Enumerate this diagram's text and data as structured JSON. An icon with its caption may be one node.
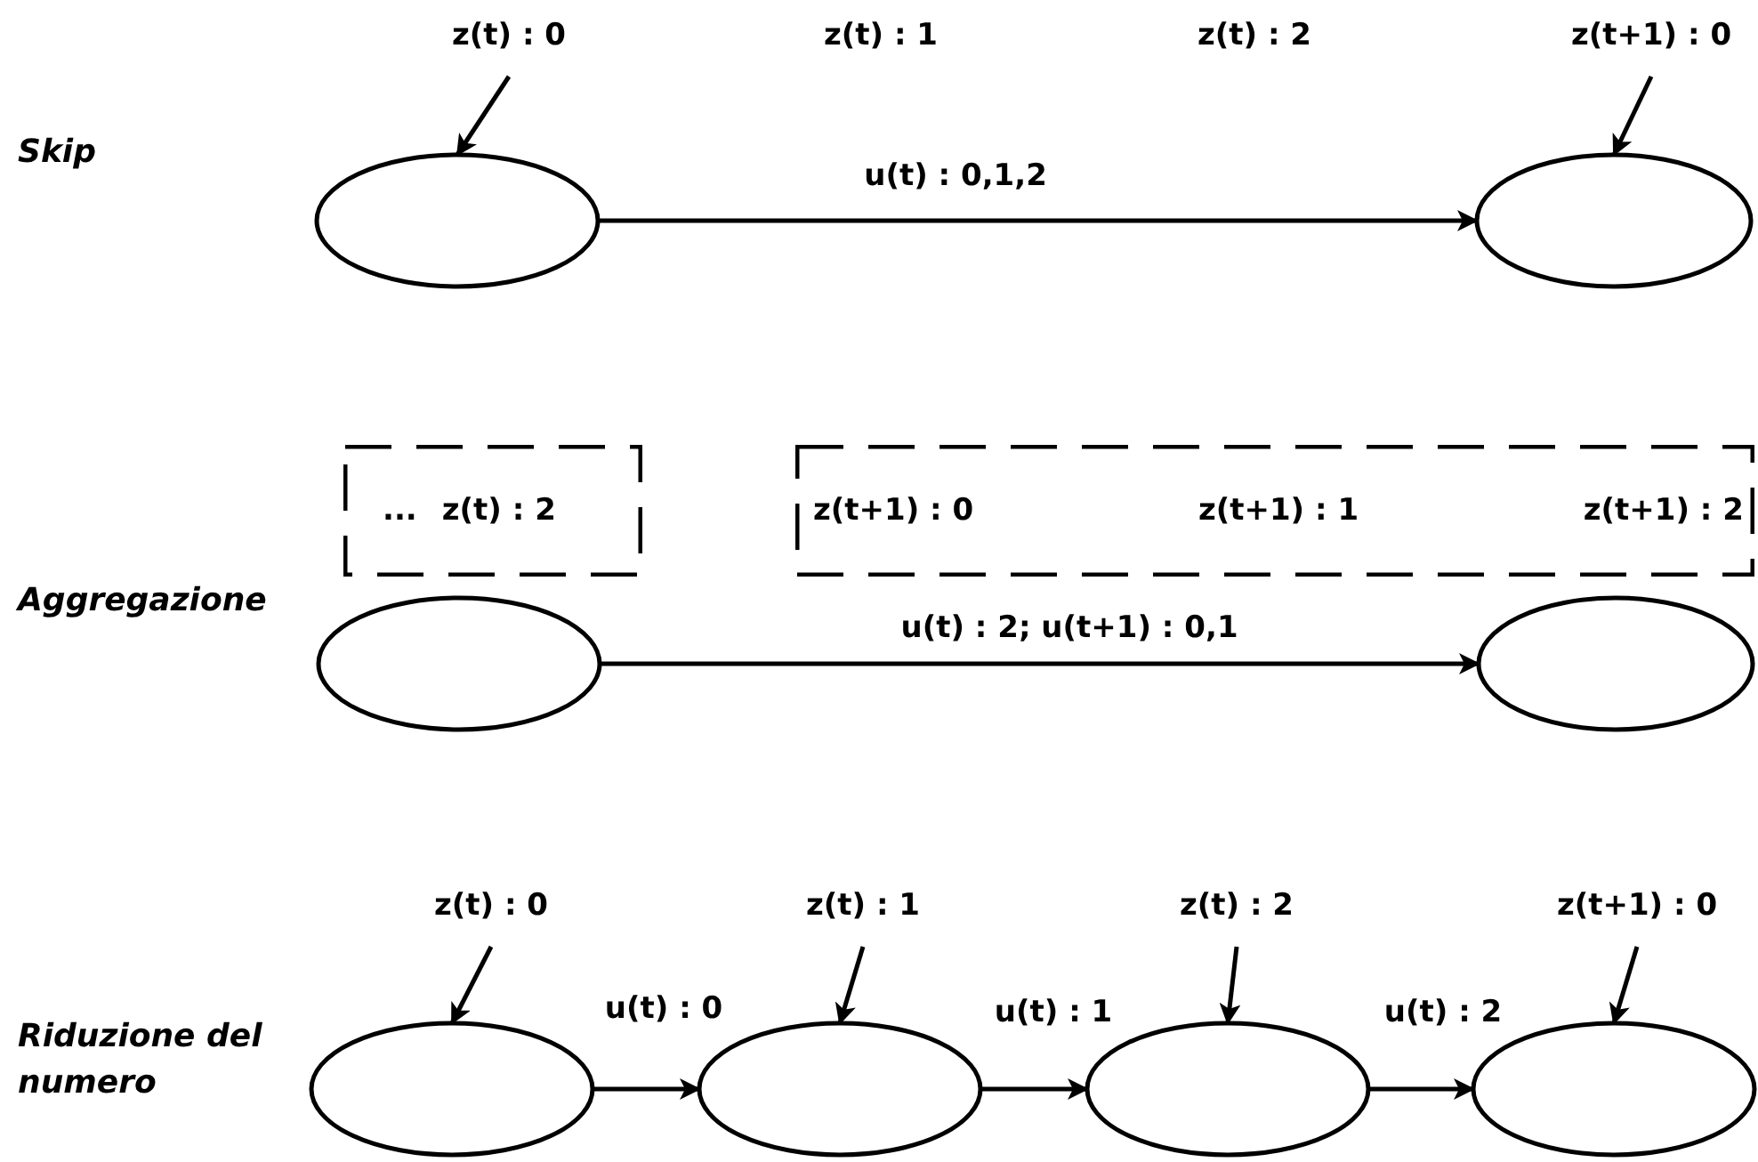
{
  "diagram": {
    "nodes": [
      {
        "text": [
          "z(t) : 0"
        ]
      },
      {
        "text": [
          "z(t+1) : 0"
        ]
      },
      {
        "text": [],
        "shape": "ellipse"
      },
      {
        "text": [],
        "shape": "ellipse"
      },
      {
        "text": [
          "...",
          "z(t) : 2"
        ]
      },
      {
        "text": [
          "z(t+1) : 0",
          "z(t+1) : 1",
          "z(t+1) : 2"
        ]
      },
      {
        "text": [],
        "shape": "ellipse"
      },
      {
        "text": [],
        "shape": "ellipse"
      },
      {
        "text": [
          "z(t) : 0"
        ]
      },
      {
        "text": [
          "z(t) : 1"
        ]
      },
      {
        "text": [
          "z(t) : 2"
        ]
      },
      {
        "text": [
          "z(t+1) : 0"
        ]
      },
      {
        "text": [],
        "shape": "ellipse"
      },
      {
        "text": [],
        "shape": "ellipse"
      },
      {
        "text": [],
        "shape": "ellipse"
      },
      {
        "text": [],
        "shape": "ellipse"
      }
    ],
    "edges": [
      {
        "from": 0,
        "to": 2,
        "arrow": "to"
      },
      {
        "from": 1,
        "to": 3,
        "arrow": "to"
      },
      {
        "from": 2,
        "to": 3,
        "arrow": "to",
        "label": "u(t) : 0,1,2"
      },
      {
        "from": 6,
        "to": 7,
        "arrow": "to",
        "label": "u(t) : 2; u(t+1) : 0,1"
      },
      {
        "from": 8,
        "to": 12,
        "arrow": "to"
      },
      {
        "from": 9,
        "to": 13,
        "arrow": "to"
      },
      {
        "from": 10,
        "to": 14,
        "arrow": "to"
      },
      {
        "from": 11,
        "to": 15,
        "arrow": "to"
      },
      {
        "from": 12,
        "to": 13,
        "arrow": "to",
        "label": "u(t) : 0"
      },
      {
        "from": 13,
        "to": 14,
        "arrow": "to",
        "label": "u(t) : 1"
      },
      {
        "from": 14,
        "to": 15,
        "arrow": "to",
        "label": "u(t) : 2"
      }
    ],
    "labels": [
      "z(t) : 1",
      "z(t) : 2",
      "Skip",
      "Aggregazione",
      "Riduzione del numero"
    ]
  }
}
